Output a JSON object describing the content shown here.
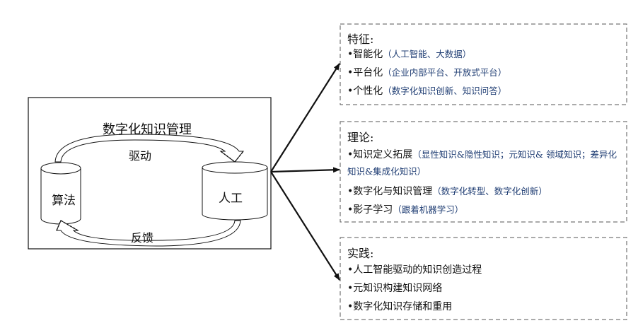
{
  "main_box": {
    "title": "数字化知识管理",
    "left_cylinder": "算法",
    "right_cylinder": "人工",
    "top_arrow_label": "驱动",
    "bottom_arrow_label": "反馈"
  },
  "panels": [
    {
      "title": "特征:",
      "items": [
        {
          "text": "•智能化",
          "note": "（人工智能、大数据）"
        },
        {
          "text": "•平台化",
          "note": "（企业内部平台、开放式平台）"
        },
        {
          "text": "•个性化",
          "note": "（数字化知识创新、知识问答）"
        }
      ]
    },
    {
      "title": "理论:",
      "items": [
        {
          "text": "•知识定义拓展",
          "note": "（显性知识&隐性知识；元知识& 领域知识；差异化知识&集成化知识）"
        },
        {
          "text": "•数字化与知识管理",
          "note": "（数字化转型、数字化创新）"
        },
        {
          "text": "•影子学习",
          "note": "（跟着机器学习）"
        }
      ]
    },
    {
      "title": "实践:",
      "items": [
        {
          "text": "•人工智能驱动的知识创造过程",
          "note": ""
        },
        {
          "text": "•元知识构建知识网络",
          "note": ""
        },
        {
          "text": "•数字化知识存储和重用",
          "note": ""
        }
      ]
    }
  ]
}
